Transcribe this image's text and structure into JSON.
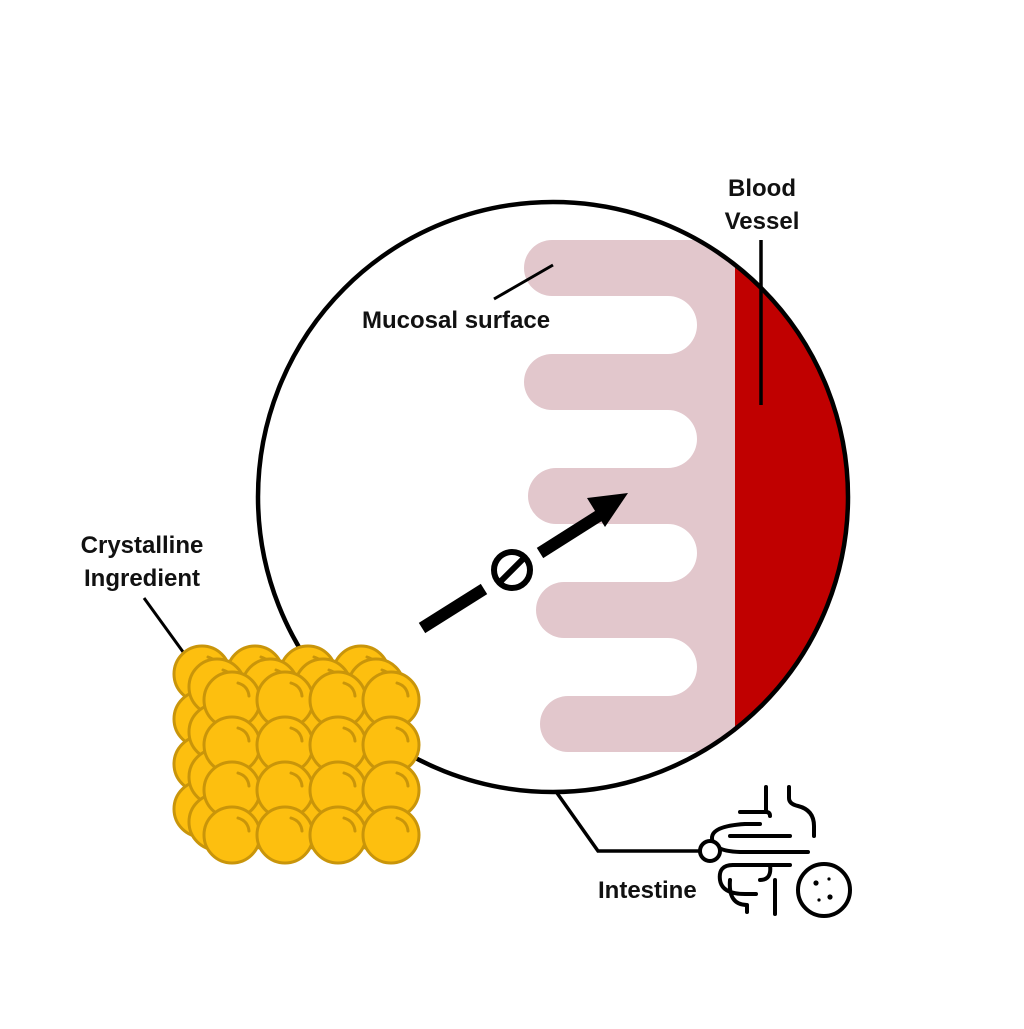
{
  "labels": {
    "blood_vessel": [
      "Blood",
      "Vessel"
    ],
    "mucosal_surface": "Mucosal surface",
    "crystalline_ingredient": [
      "Crystalline",
      "Ingredient"
    ],
    "intestine": "Intestine"
  },
  "colors": {
    "mucosa": "#e2c7cc",
    "blood_vessel": "#c00000",
    "crystal_fill": "#fdbf0f",
    "crystal_stroke": "#c9950a",
    "line": "#000000"
  },
  "icons": {
    "blocked": "prohibition-icon",
    "intestine": "intestine-icon"
  },
  "crystal_grid": {
    "columns": 4,
    "rows": 4,
    "layers": 3
  }
}
